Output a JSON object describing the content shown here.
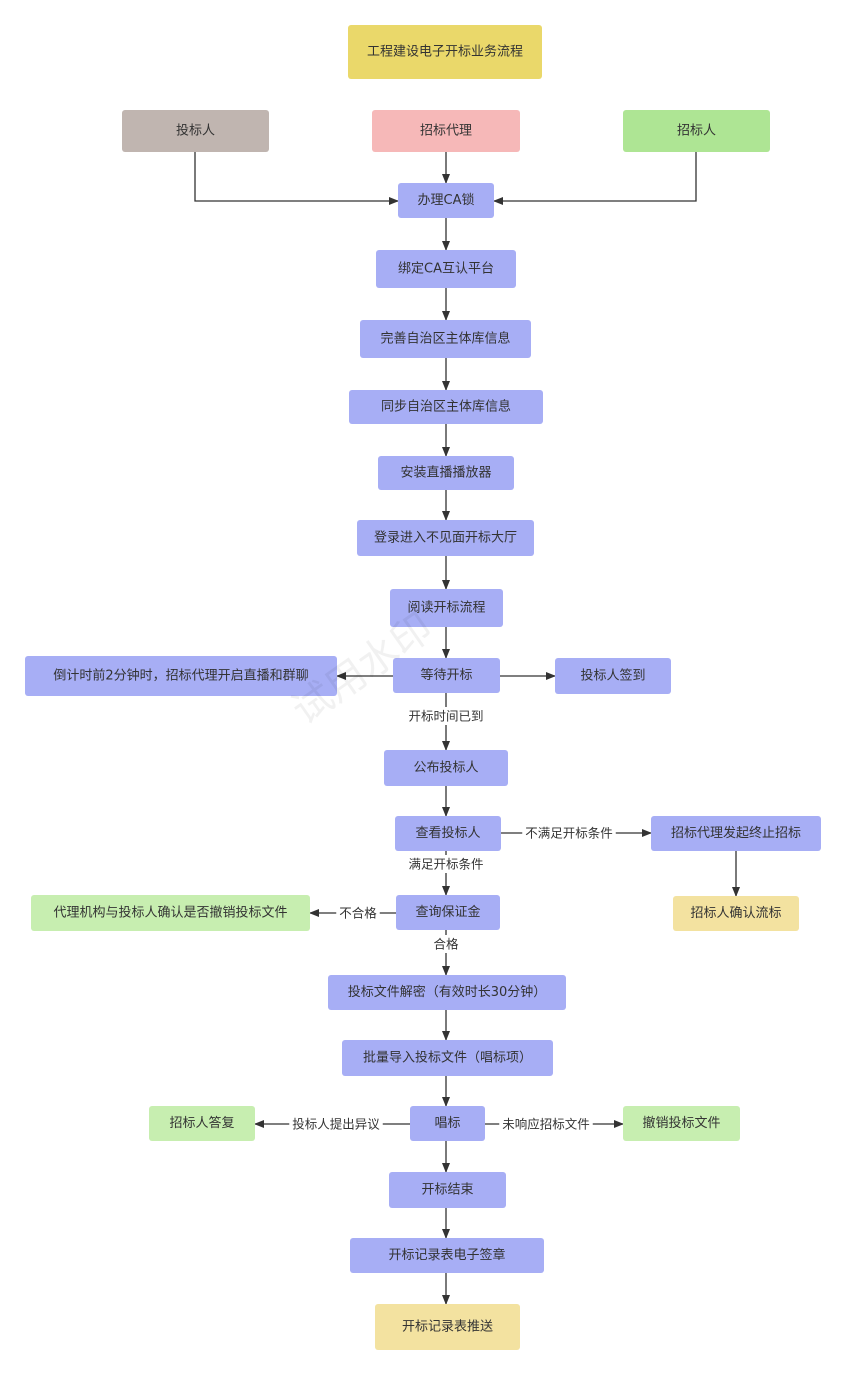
{
  "colors": {
    "yellow": "#ead86a",
    "lightyellow": "#f3e2a0",
    "taupe": "#c0b5b0",
    "pink": "#f6b8b8",
    "green": "#aee594",
    "lightgreen": "#c7eeb0",
    "blue": "#a7aef5",
    "edge": "#333333"
  },
  "watermark": "试用水印",
  "nodes": {
    "title": {
      "label": "工程建设电子开标业务流程",
      "color": "yellow"
    },
    "bidder": {
      "label": "投标人",
      "color": "taupe"
    },
    "agent": {
      "label": "招标代理",
      "color": "pink"
    },
    "tenderer": {
      "label": "招标人",
      "color": "green"
    },
    "ca_lock": {
      "label": "办理CA锁",
      "color": "blue"
    },
    "bind_ca": {
      "label": "绑定CA互认平台",
      "color": "blue"
    },
    "complete_info": {
      "label": "完善自治区主体库信息",
      "color": "blue"
    },
    "sync_info": {
      "label": "同步自治区主体库信息",
      "color": "blue"
    },
    "install_player": {
      "label": "安装直播播放器",
      "color": "blue"
    },
    "login_hall": {
      "label": "登录进入不见面开标大厅",
      "color": "blue"
    },
    "read_flow": {
      "label": "阅读开标流程",
      "color": "blue"
    },
    "wait_open": {
      "label": "等待开标",
      "color": "blue"
    },
    "countdown": {
      "label": "倒计时前2分钟时，招标代理开启直播和群聊",
      "color": "blue"
    },
    "bidder_signin": {
      "label": "投标人签到",
      "color": "blue"
    },
    "publish_bidders": {
      "label": "公布投标人",
      "color": "blue"
    },
    "view_bidders": {
      "label": "查看投标人",
      "color": "blue"
    },
    "terminate": {
      "label": "招标代理发起终止招标",
      "color": "blue"
    },
    "confirm_fail": {
      "label": "招标人确认流标",
      "color": "lightyellow"
    },
    "check_deposit": {
      "label": "查询保证金",
      "color": "blue"
    },
    "revoke_confirm": {
      "label": "代理机构与投标人确认是否撤销投标文件",
      "color": "lightgreen"
    },
    "decrypt": {
      "label": "投标文件解密（有效时长30分钟）",
      "color": "blue"
    },
    "import_files": {
      "label": "批量导入投标文件（唱标项）",
      "color": "blue"
    },
    "sing": {
      "label": "唱标",
      "color": "blue"
    },
    "tenderer_reply": {
      "label": "招标人答复",
      "color": "lightgreen"
    },
    "revoke_files": {
      "label": "撤销投标文件",
      "color": "lightgreen"
    },
    "open_end": {
      "label": "开标结束",
      "color": "blue"
    },
    "record_sign": {
      "label": "开标记录表电子签章",
      "color": "blue"
    },
    "record_push": {
      "label": "开标记录表推送",
      "color": "lightyellow"
    }
  },
  "edges": [
    {
      "from": "agent",
      "to": "ca_lock"
    },
    {
      "from": "bidder",
      "to": "ca_lock"
    },
    {
      "from": "tenderer",
      "to": "ca_lock"
    },
    {
      "from": "ca_lock",
      "to": "bind_ca"
    },
    {
      "from": "bind_ca",
      "to": "complete_info"
    },
    {
      "from": "complete_info",
      "to": "sync_info"
    },
    {
      "from": "sync_info",
      "to": "install_player"
    },
    {
      "from": "install_player",
      "to": "login_hall"
    },
    {
      "from": "login_hall",
      "to": "read_flow"
    },
    {
      "from": "read_flow",
      "to": "wait_open"
    },
    {
      "from": "wait_open",
      "to": "countdown"
    },
    {
      "from": "wait_open",
      "to": "bidder_signin"
    },
    {
      "from": "wait_open",
      "to": "publish_bidders",
      "label": "开标时间已到"
    },
    {
      "from": "publish_bidders",
      "to": "view_bidders"
    },
    {
      "from": "view_bidders",
      "to": "terminate",
      "label": "不满足开标条件"
    },
    {
      "from": "terminate",
      "to": "confirm_fail"
    },
    {
      "from": "view_bidders",
      "to": "check_deposit",
      "label": "满足开标条件"
    },
    {
      "from": "check_deposit",
      "to": "revoke_confirm",
      "label": "不合格"
    },
    {
      "from": "check_deposit",
      "to": "decrypt",
      "label": "合格"
    },
    {
      "from": "decrypt",
      "to": "import_files"
    },
    {
      "from": "import_files",
      "to": "sing"
    },
    {
      "from": "sing",
      "to": "tenderer_reply",
      "label": "投标人提出异议"
    },
    {
      "from": "sing",
      "to": "revoke_files",
      "label": "未响应招标文件"
    },
    {
      "from": "sing",
      "to": "open_end"
    },
    {
      "from": "open_end",
      "to": "record_sign"
    },
    {
      "from": "record_sign",
      "to": "record_push"
    }
  ]
}
